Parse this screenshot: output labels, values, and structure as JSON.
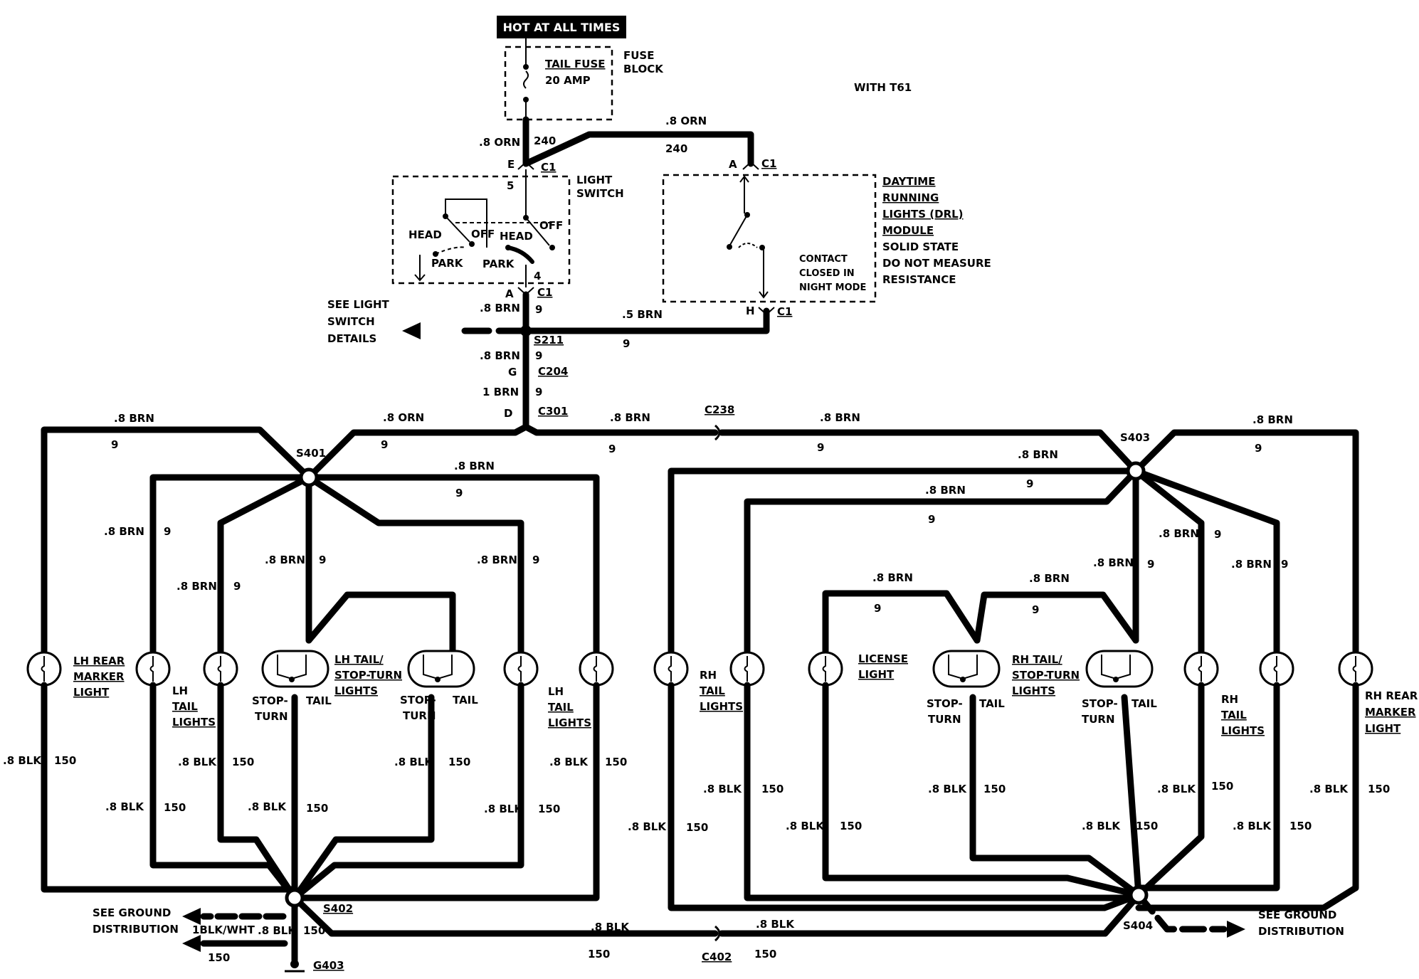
{
  "header": {
    "hot_at_all_times": "HOT AT ALL TIMES",
    "with_t61": "WITH T61"
  },
  "fuse": {
    "name": "TAIL FUSE",
    "rating": "20 AMP",
    "block_1": "FUSE",
    "block_2": "BLOCK"
  },
  "light_switch": {
    "label_1": "LIGHT",
    "label_2": "SWITCH",
    "head_left": "HEAD",
    "off_left": "OFF",
    "park_left": "PARK",
    "head_right": "HEAD",
    "off_right": "OFF",
    "park_right": "PARK",
    "pin_e": "E",
    "pin_5": "5",
    "pin_a": "A",
    "pin_4": "4"
  },
  "drl": {
    "line_1": "DAYTIME",
    "line_2": "RUNNING",
    "line_3": "LIGHTS (DRL)",
    "line_4": "MODULE",
    "line_5": "SOLID STATE",
    "line_6": "DO NOT MEASURE",
    "line_7": "RESISTANCE",
    "contact_1": "CONTACT",
    "contact_2": "CLOSED IN",
    "contact_3": "NIGHT MODE",
    "pin_a": "A",
    "pin_h": "H"
  },
  "connectors": {
    "c1": "C1",
    "s211": "S211",
    "c204": "C204",
    "g": "G",
    "d": "D",
    "c301": "C301",
    "c238": "C238",
    "s401": "S401",
    "s403": "S403",
    "s402": "S402",
    "s404": "S404",
    "c402": "C402",
    "g403": "G403"
  },
  "see_labels": {
    "light_switch_1": "SEE LIGHT",
    "light_switch_2": "SWITCH",
    "light_switch_3": "DETAILS",
    "ground_1": "SEE GROUND",
    "ground_2": "DISTRIBUTION"
  },
  "wires": {
    "orn_08": ".8 ORN",
    "brn_08": ".8 BRN",
    "brn_05": ".5 BRN",
    "brn_1": "1 BRN",
    "blk_08": ".8 BLK",
    "blk_wht": "1BLK/WHT",
    "c240": "240",
    "c9": "9",
    "c150": "150"
  },
  "lamps": {
    "lh_rear_marker_1": "LH REAR",
    "lh_rear_marker_2": "MARKER",
    "lh_rear_marker_3": "LIGHT",
    "lh_tail_1": "LH",
    "lh_tail_2": "TAIL",
    "lh_tail_3": "LIGHTS",
    "lh_tail_stop_1": "LH TAIL/",
    "lh_tail_stop_2": "STOP-TURN",
    "lh_tail_stop_3": "LIGHTS",
    "stop": "STOP-",
    "turn": "TURN",
    "tail": "TAIL",
    "rh_tail_1": "RH",
    "rh_tail_2": "TAIL",
    "rh_tail_3": "LIGHTS",
    "license_1": "LICENSE",
    "license_2": "LIGHT",
    "rh_tail_stop_1": "RH TAIL/",
    "rh_tail_stop_2": "STOP-TURN",
    "rh_tail_stop_3": "LIGHTS",
    "rh_rear_marker_1": "RH REAR",
    "rh_rear_marker_2": "MARKER",
    "rh_rear_marker_3": "LIGHT"
  }
}
